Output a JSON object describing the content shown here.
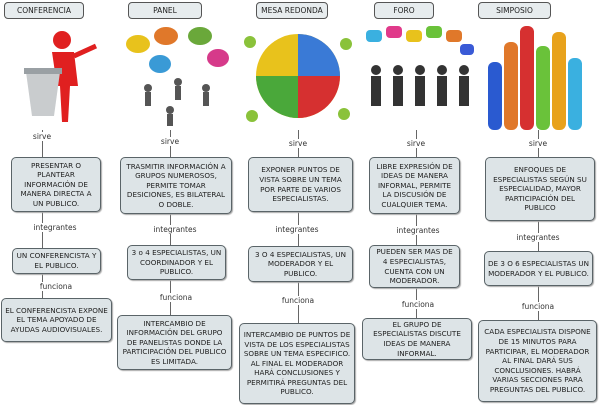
{
  "columns": [
    {
      "title": "CONFERENCIA",
      "picture": "speaker-at-podium",
      "link1": "sirve",
      "purpose": "PRESENTAR O PLANTEAR INFORMACIÓN DE MANERA DIRECTA A UN PUBLICO.",
      "link2": "integrantes",
      "members": "UN CONFERENCISTA Y EL PUBLICO.",
      "link3": "funciona",
      "function": "EL CONFERENCISTA EXPONE EL TEMA APOYADO DE AYUDAS AUDIOVISUALES."
    },
    {
      "title": "PANEL",
      "picture": "people-with-speech-bubbles",
      "link1": "sirve",
      "purpose": "TRASMITIR INFORMACIÓN A GRUPOS NUMEROSOS, PERMITE TOMAR DESICIONES, ES BILATERAL O DOBLE.",
      "link2": "integrantes",
      "members": "3 o 4 ESPECIALISTAS, UN COORDINADOR Y EL PUBLICO.",
      "link3": "funciona",
      "function": "INTERCAMBIO DE INFORMACIÓN DEL GRUPO DE PANELISTAS DONDE LA PARTICIPACIÓN DEL PUBLICO ES LIMITADA."
    },
    {
      "title": "MESA REDONDA",
      "picture": "puzzle-figures",
      "link1": "sirve",
      "purpose": "EXPONER PUNTOS DE VISTA SOBRE UN TEMA POR PARTE DE VARIOS ESPECIALISTAS.",
      "link2": "integrantes",
      "members": "3 O 4 ESPECIALISTAS, UN MODERADOR Y EL PUBLICO.",
      "link3": "funciona",
      "function": "INTERCAMBIO DE PUNTOS DE VISTA DE LOS ESPECIALISTAS SOBRE UN TEMA ESPECIFICO. AL FINAL EL MODERADOR HARÁ CONCLUSIONES Y PERMITIRÁ PREGUNTAS DEL PUBLICO."
    },
    {
      "title": "FORO",
      "picture": "seated-people-speech-bubbles",
      "link1": "sirve",
      "purpose": "LIBRE EXPRESIÓN DE IDEAS DE MANERA INFORMAL, PERMITE LA DISCUSIÓN DE CUALQUIER TEMA.",
      "link2": "integrantes",
      "members": "PUEDEN SER MAS DE 4 ESPECIALISTAS, CUENTA CON UN MODERADOR.",
      "link3": "funciona",
      "function": "EL GRUPO DE ESPECIALISTAS DISCUTE IDEAS DE MANERA INFORMAL."
    },
    {
      "title": "SIMPOSIO",
      "picture": "raised-colored-hands",
      "link1": "sirve",
      "purpose": "ENFOQUES DE ESPECIALISTAS SEGÚN SU ESPECIALIDAD, MAYOR PARTICIPACIÓN DEL PUBLICO",
      "link2": "integrantes",
      "members": "DE 3 O 6 ESPECIALISTAS UN MODERADOR Y EL PUBLICO.",
      "link3": "funciona",
      "function": "CADA ESPECIALISTA DISPONE DE 15 MINUTOS PARA PARTICIPAR, EL MODERADOR AL FINAL DARÁ SUS CONCLUSIONES. HABRÁ VARIAS SECCIONES PARA PREGUNTAS DEL PUBLICO."
    }
  ]
}
